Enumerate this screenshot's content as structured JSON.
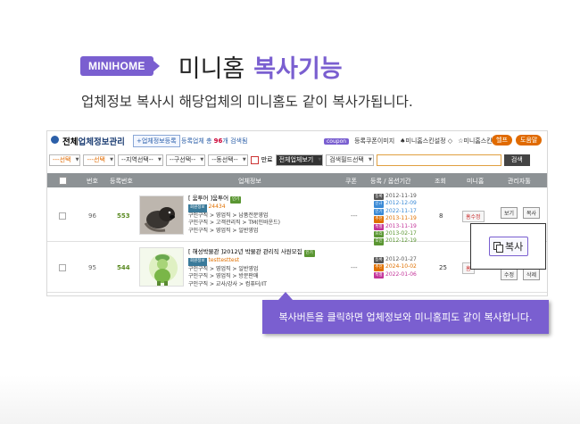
{
  "hero": {
    "badge": "MINIHOME",
    "title_plain": "미니홈",
    "title_accent": "복사기능",
    "subtitle": "업체정보 복사시 해당업체의 미니홈도 같이 복사가됩니다."
  },
  "topbar": {
    "title_prefix": "전체",
    "title_main": "업체정보관리",
    "register_button": "+업체정보등록",
    "count_text_pre": "등록업체 총",
    "count_value": "96",
    "count_text_post": "개 검색됨",
    "coupon_label": "coupon",
    "links": [
      "등록쿠폰이미지",
      "♠미니홈스킨설정 ◇",
      "☆미니홈스킨설정 X"
    ],
    "help_pill": "헬프",
    "help_pill2": "도움말"
  },
  "filters": {
    "select1": "---선택",
    "select2": "---선택",
    "select3": "--지역선택--",
    "select4": "--구선택--",
    "select5": "--동선택--",
    "checkbox_label": "만료",
    "view_select": "전체업체보기",
    "sort_select": "검색필드선택",
    "search_button": "검색"
  },
  "table": {
    "headers": [
      "번호",
      "등록번호",
      "업체정보",
      "쿠폰",
      "등록 / 옵션기간",
      "조회",
      "미니홈",
      "관리자툴"
    ],
    "rows": [
      {
        "num": "96",
        "reg": "553",
        "title": "[ 움투어 ]움투어",
        "tag": "인기",
        "user_tag": "회원정보",
        "user_id": "24434",
        "categories": [
          "구인구직 > 영업직 > 납품전문영업",
          "구인구직 > 고객관리직 > TM(인바운드)",
          "구인구직 > 영업직 > 일반영업"
        ],
        "coupon": "---",
        "dates": [
          {
            "label": "등록",
            "value": "2012-11-19",
            "color": "#555555"
          },
          {
            "label": "신규",
            "value": "2012-12-09",
            "color": "#3a8ad6"
          },
          {
            "label": "인기",
            "value": "2022-11-17",
            "color": "#3a8ad6"
          },
          {
            "label": "추천",
            "value": "2013-11-19",
            "color": "#e07000"
          },
          {
            "label": "특별",
            "value": "2013-11-19",
            "color": "#c33399"
          },
          {
            "label": "프리",
            "value": "2013-02-17",
            "color": "#5a9632"
          },
          {
            "label": "포인",
            "value": "2012-12-19",
            "color": "#5a9632"
          }
        ],
        "views": "8",
        "mini_button": "홈수정",
        "action1": "보기",
        "action2": "복사"
      },
      {
        "num": "95",
        "reg": "544",
        "title": "[ 해성박물관 ]2012년 박물관 관리직 사원모집",
        "tag": "인기",
        "user_tag": "회원정보",
        "user_id": "testtesttest",
        "categories": [
          "구인구직 > 영업직 > 일반영업",
          "구인구직 > 영업직 > 방문판매",
          "구인구직 > 교사/강사 > 컴퓨터/IT"
        ],
        "coupon": "---",
        "dates": [
          {
            "label": "등록",
            "value": "2012-01-27",
            "color": "#555555"
          },
          {
            "label": "추천",
            "value": "2024-10-02",
            "color": "#e07000"
          },
          {
            "label": "특별",
            "value": "2022-01-06",
            "color": "#c33399"
          }
        ],
        "views": "25",
        "mini_button": "홈",
        "action1": "수정",
        "action2": "삭제"
      }
    ]
  },
  "popup": {
    "copy_button": "복사"
  },
  "tooltip": {
    "text": "복사버튼을 클릭하면 업체정보와 미니홈피도 같이 복사합니다."
  },
  "colors": {
    "accent": "#7a5fd0",
    "header_bar": "#8d9295",
    "reg_green": "#5a8a22"
  }
}
